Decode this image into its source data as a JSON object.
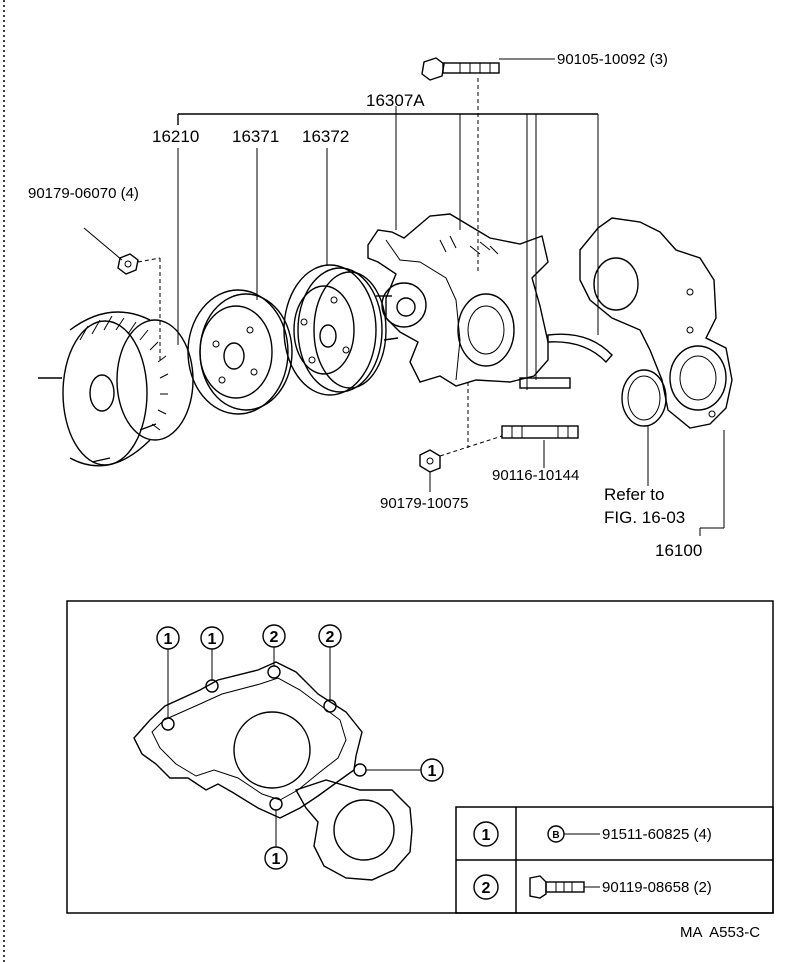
{
  "parts": {
    "bolt_top": "90105-10092 (3)",
    "water_pump_assy": "16307A",
    "fan_clutch": "16210",
    "pulley_1": "16371",
    "pulley_2": "16372",
    "nut_left": "90179-06070 (4)",
    "stud": "90116-10144",
    "nut_bottom": "90179-10075",
    "refer_line1": "Refer to",
    "refer_line2": "FIG. 16-03",
    "pump_housing": "16100"
  },
  "gasket_detail": {
    "callouts": [
      "1",
      "1",
      "2",
      "2",
      "1",
      "1"
    ]
  },
  "legend": {
    "rows": [
      {
        "num": "1",
        "marker": "B",
        "part": "91511-60825 (4)"
      },
      {
        "num": "2",
        "part": "90119-08658 (2)"
      }
    ]
  },
  "footer": {
    "code": "MA  A553-C"
  }
}
